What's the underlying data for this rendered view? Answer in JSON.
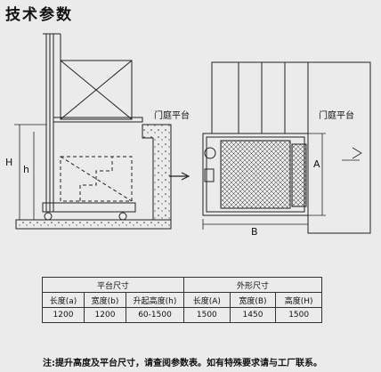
{
  "title": "技术参数",
  "drawing": {
    "side_label_dock": "门庭平台",
    "side_dim_H": "H",
    "side_dim_h": "h",
    "plan_label_dock": "门庭平台",
    "plan_dim_A": "A",
    "plan_dim_B": "B"
  },
  "table": {
    "group_platform": "平台尺寸",
    "group_outer": "外形尺寸",
    "headers": [
      "长度(a)",
      "宽度(b)",
      "升起高度(h)",
      "长度(A)",
      "宽度(B)",
      "高度(H)"
    ],
    "values": [
      "1200",
      "1200",
      "60-1500",
      "1500",
      "1450",
      "1500"
    ]
  },
  "note": "注:提升高度及平台尺寸，请查阅参数表。如有特殊要求请与工厂联系。"
}
